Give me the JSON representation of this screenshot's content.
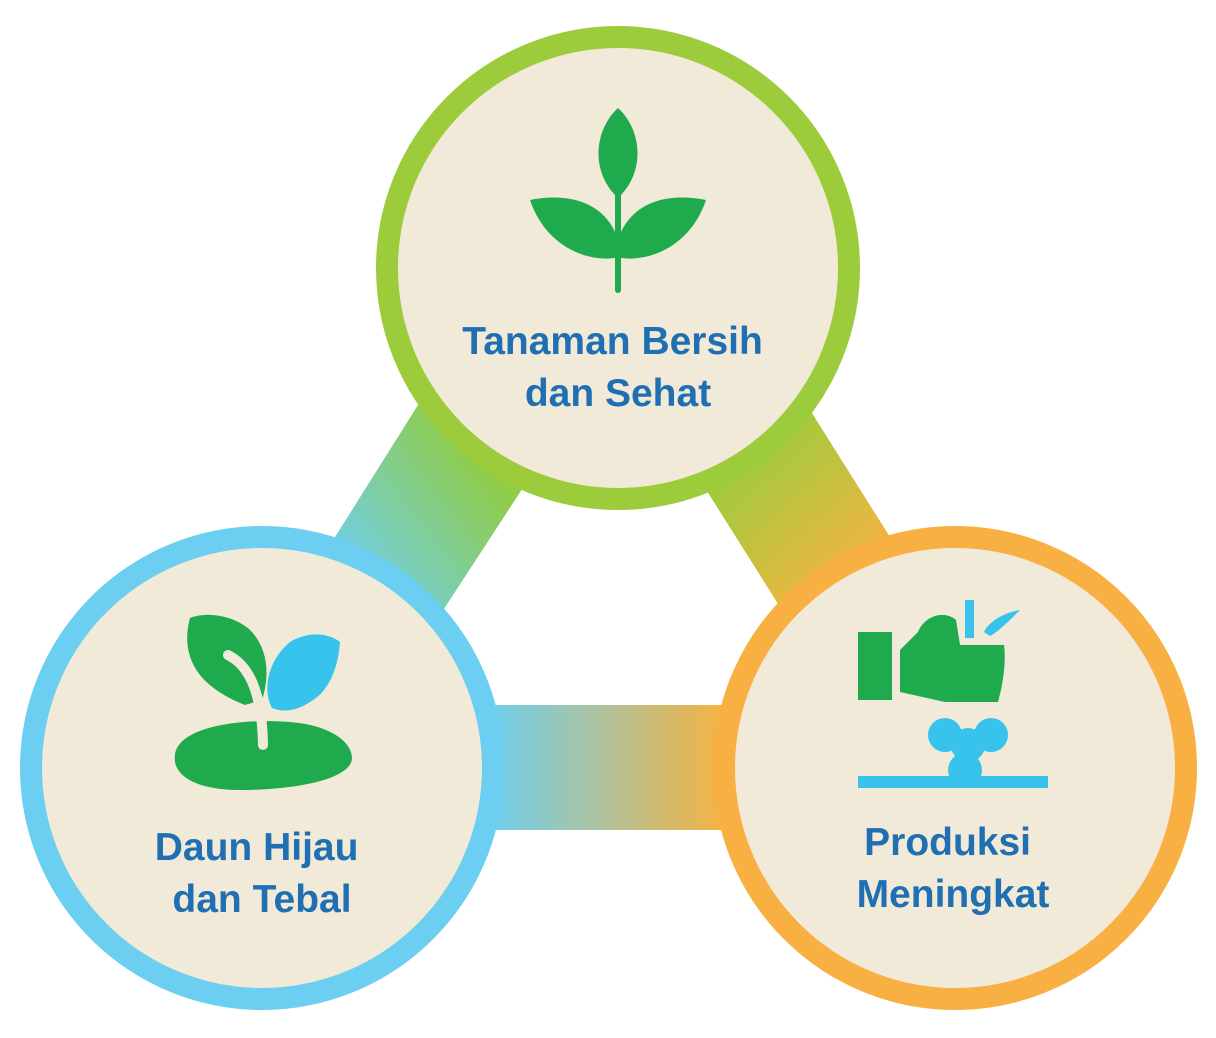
{
  "nodes": [
    {
      "id": "top",
      "label_lines": [
        "Tanaman Bersih",
        "dan Sehat"
      ],
      "icon": "plant-sprout-icon",
      "ring_color": "#9ccc3c"
    },
    {
      "id": "left",
      "label_lines": [
        "Daun Hijau",
        "dan Tebal"
      ],
      "icon": "seedling-leaves-icon",
      "ring_color": "#6ccef0"
    },
    {
      "id": "right",
      "label_lines": [
        "Produksi",
        "Meningkat"
      ],
      "icon": "hand-harvest-icon",
      "ring_color": "#f8b042"
    }
  ],
  "colors": {
    "circle_fill": "#f1ead8",
    "label_text": "#1f6fb2",
    "icon_green": "#1faa4e",
    "icon_blue": "#38c3ec",
    "connector_green": "#8fcc4a",
    "connector_blue": "#6fcfee",
    "connector_orange": "#f5b342"
  }
}
